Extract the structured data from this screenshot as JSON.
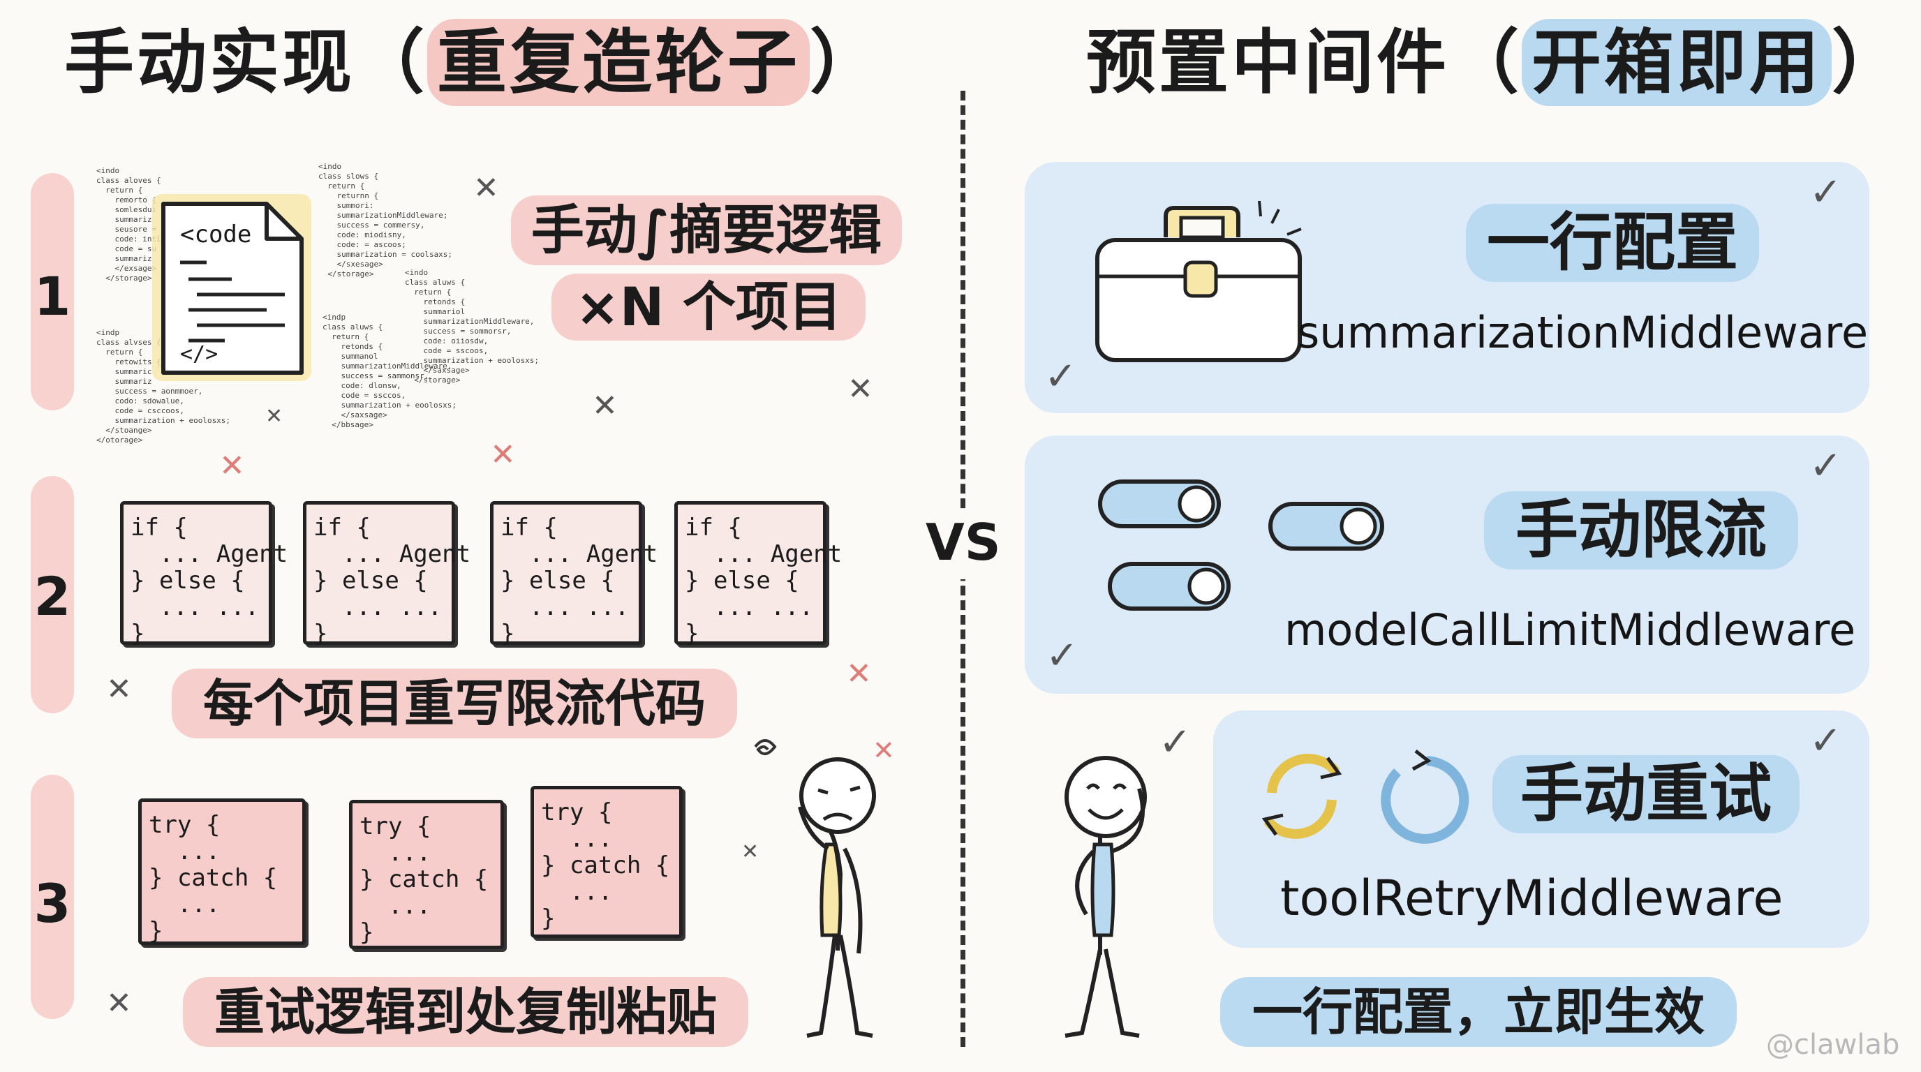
{
  "left": {
    "title_main": "手动实现（",
    "title_hl": "重复造轮子",
    "title_end": "）",
    "row1": {
      "number": "1",
      "label_line1": "手动∫摘要逻辑",
      "label_line2": "×N 个项目",
      "doc_title": "<code",
      "doc_end": "</>"
    },
    "row2": {
      "number": "2",
      "code": "if {\n  ... Agent\n} else {\n  ... ...\n}",
      "label": "每个项目重写限流代码"
    },
    "row3": {
      "number": "3",
      "code": "try {\n  ...\n} catch {\n  ...\n}",
      "label": "重试逻辑到处复制粘贴"
    },
    "tiny_code_a": "<indo\nclass aloves {\n  return {\n    remorto {\n    somlesdui\n    summariz\n    seusore =\n    code: inti\n    code = su\n    summariz\n    </exsage>\n  </storage>",
    "tiny_code_b": "<indo\nclass slows {\n  return {\n    returnn {\n    summori:\n    summarizationMiddleware;\n    success = commersy,\n    code: miodisny,\n    code: = ascoos;\n    summarization = coolsaxs;\n    </sxesage>\n  </storage>",
    "tiny_code_c": "<indo\nclass aluws {\n  return {\n    retonds {\n    summariol\n    summarizationMiddleware,\n    success = sommorsr,\n    code: oiiosdw,\n    code = sscoos,\n    summarization + eoolosxs;\n    </saxsage>\n  </storage>",
    "tiny_code_d": "<indp\nclass aluws {\n  return {\n    retonds {\n    summanol\n    summarizationMiddleware,\n    success = sammonsr,\n    code: dlonsw,\n    code = ssccos,\n    summarization + eoolosxs;\n    </saxsage>\n  </bbsage>",
    "tiny_code_e": "<indp\nclass alvses {\n  return {\n    retowits {\n    summaric\n    summariz\n    success = aonmmoer,\n    codo: sdowalue,\n    code = csccoos,\n    summarization + eoolosxs;\n  </stoange>\n</otorage>"
  },
  "vs": "VS",
  "right": {
    "title_main": "预置中间件（",
    "title_hl": "开箱即用",
    "title_end": "）",
    "card1": {
      "label": "一行配置",
      "middleware": "summarizationMiddleware"
    },
    "card2": {
      "label": "手动限流",
      "middleware": "modelCallLimitMiddleware"
    },
    "card3": {
      "label": "手动重试",
      "middleware": "toolRetryMiddleware"
    },
    "footer": "一行配置，立即生效"
  },
  "watermark": "@clawlab",
  "colors": {
    "pink": "#f6c8c4",
    "blue": "#b8d9f0",
    "card": "#dcebf7",
    "yellow": "#f7e7a8"
  },
  "icons": [
    "toolbox-icon",
    "toggle-switch-icon",
    "refresh-icon",
    "stick-figure-sad",
    "stick-figure-happy",
    "check-icon",
    "x-mark-icon",
    "code-document-icon"
  ]
}
